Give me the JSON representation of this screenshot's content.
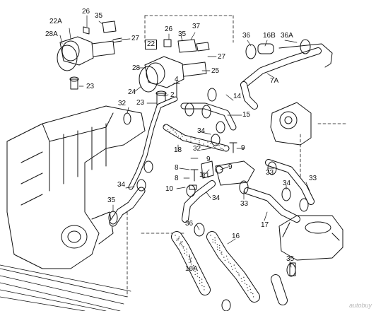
{
  "highlight_label": "22",
  "callouts": [
    "26",
    "35",
    "22A",
    "28A",
    "23",
    "27",
    "26",
    "35",
    "37",
    "27",
    "28",
    "25",
    "24",
    "4",
    "2",
    "23",
    "36",
    "16B",
    "36A",
    "7A",
    "15",
    "14",
    "32",
    "34",
    "18",
    "32",
    "9",
    "8",
    "1",
    "9",
    "11",
    "8",
    "9",
    "10",
    "34",
    "33",
    "33",
    "33",
    "17",
    "35",
    "36",
    "16",
    "16A",
    "34",
    "34",
    "35"
  ],
  "watermark": "autobuy",
  "colors": {
    "ink": "#111111",
    "hose_dots": "#333333",
    "background": "#ffffff"
  }
}
